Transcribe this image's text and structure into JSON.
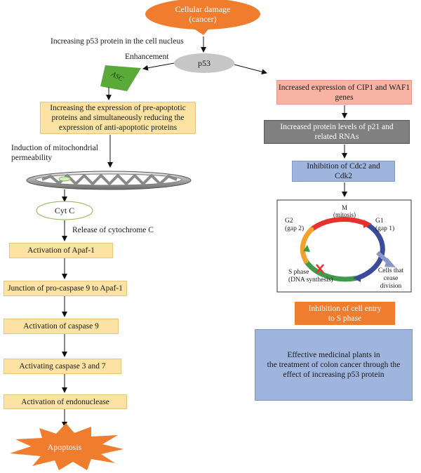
{
  "top": {
    "cellular_damage": "Cellular damage\n(cancer)",
    "increasing_p53": "Increasing p53 protein in the cell nucleus",
    "enhancement": "Enhancement",
    "p53": "p53",
    "asc": "ASC"
  },
  "left": {
    "pre_apoptotic": "Increasing the expression of pre-apoptotic proteins and simultaneously reducing the expression of anti-apoptotic proteins",
    "mito_perm": "Induction of mitochondrial\npermeability",
    "cyt_c": "Cyt C",
    "release_cyt": "Release of cytochrome C",
    "apaf1": "Activation of Apaf-1",
    "junction": "Junction of pro-caspase 9 to Apaf-1",
    "caspase9": "Activation of caspase 9",
    "caspase37": "Activating caspase 3 and 7",
    "endonuclease": "Activation of endonuclease",
    "apoptosis": "Apoptosis"
  },
  "right": {
    "cip1": "Increased expression of CIP1 and WAF1\ngenes",
    "p21": "Increased protein levels of p21 and\nrelated RNAs",
    "cdc2": "Inhibition of Cdc2 and\nCdk2",
    "inhibition_s": "Inhibition of cell entry\nto S phase",
    "medicinal": "Effective medicinal plants in\nthe treatment of colon cancer through the\neffect of increasing p53 protein"
  },
  "cycle": {
    "m": "M\n(mitosis)",
    "g1": "G1\n(gap 1)",
    "g2": "G2\n(gap 2)",
    "s": "S phase\n(DNA synthesis)",
    "cease": "Cells that\ncease\ndivision"
  },
  "colors": {
    "orange": "#f07c2e",
    "p53_gray": "#c6c6c6",
    "asc_green": "#5aaa3a",
    "yellow_box": "#fce3a4",
    "pink_box": "#f7b4a4",
    "gray_box": "#808080",
    "blue_box": "#9fb5de",
    "m_red": "#e8302c",
    "g1_blue": "#3b4a9c",
    "s_green": "#3f9a4a",
    "g2_orange": "#f3a12a"
  }
}
